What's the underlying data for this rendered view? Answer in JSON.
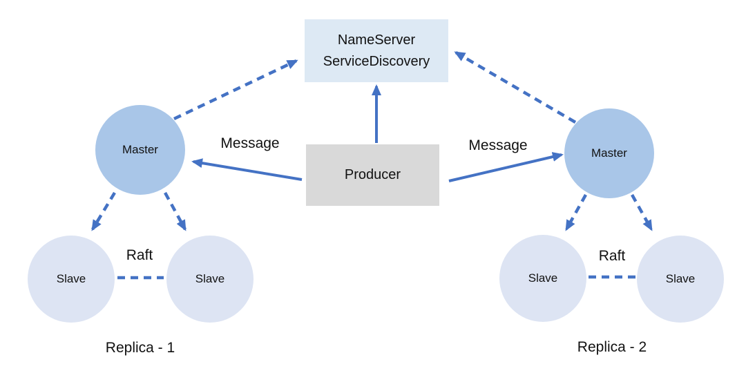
{
  "nameserver": {
    "line1": "NameServer",
    "line2": "ServiceDiscovery"
  },
  "producer": {
    "label": "Producer"
  },
  "message_labels": {
    "left": "Message",
    "right": "Message"
  },
  "replica_1": {
    "caption": "Replica - 1",
    "master_label": "Master",
    "slave_labels": [
      "Slave",
      "Slave"
    ],
    "raft_label": "Raft"
  },
  "replica_2": {
    "caption": "Replica - 2",
    "master_label": "Master",
    "slave_labels": [
      "Slave",
      "Slave"
    ],
    "raft_label": "Raft"
  },
  "colors": {
    "arrow": "#4472c4",
    "master_fill": "#a9c6e8",
    "slave_fill": "#dde4f3",
    "nameserver_fill": "#dde9f4",
    "producer_fill": "#d9d9d9",
    "text": "#111111"
  }
}
